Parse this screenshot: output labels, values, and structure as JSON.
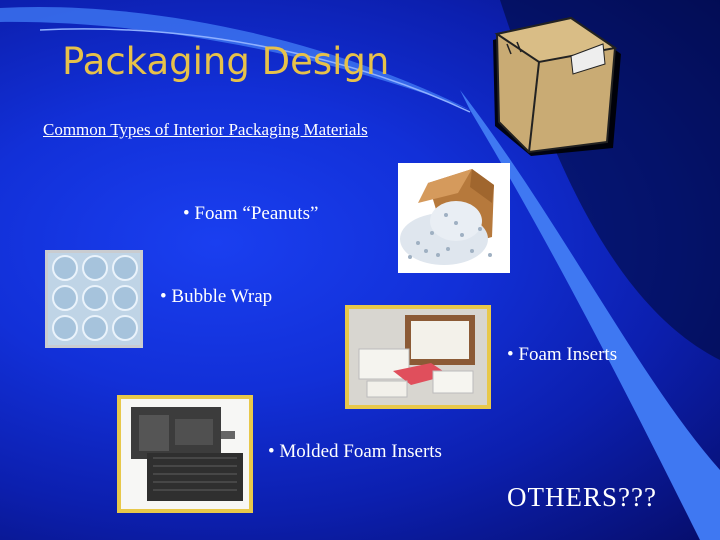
{
  "slide": {
    "title": "Packaging Design",
    "subtitle": "Common Types of Interior Packaging Materials",
    "bullets": [
      "• Foam “Peanuts”",
      "• Bubble Wrap",
      "• Foam Inserts",
      "• Molded Foam Inserts"
    ],
    "closing": "OTHERS???"
  },
  "colors": {
    "background": "#1230d8",
    "title": "#e7c14a",
    "text": "#ffffff",
    "accent_swoosh": "#3f78f2"
  },
  "images": [
    {
      "name": "box-clipart-icon"
    },
    {
      "name": "foam-peanuts-photo"
    },
    {
      "name": "bubble-wrap-photo"
    },
    {
      "name": "foam-inserts-photo"
    },
    {
      "name": "molded-foam-case-photo"
    }
  ]
}
